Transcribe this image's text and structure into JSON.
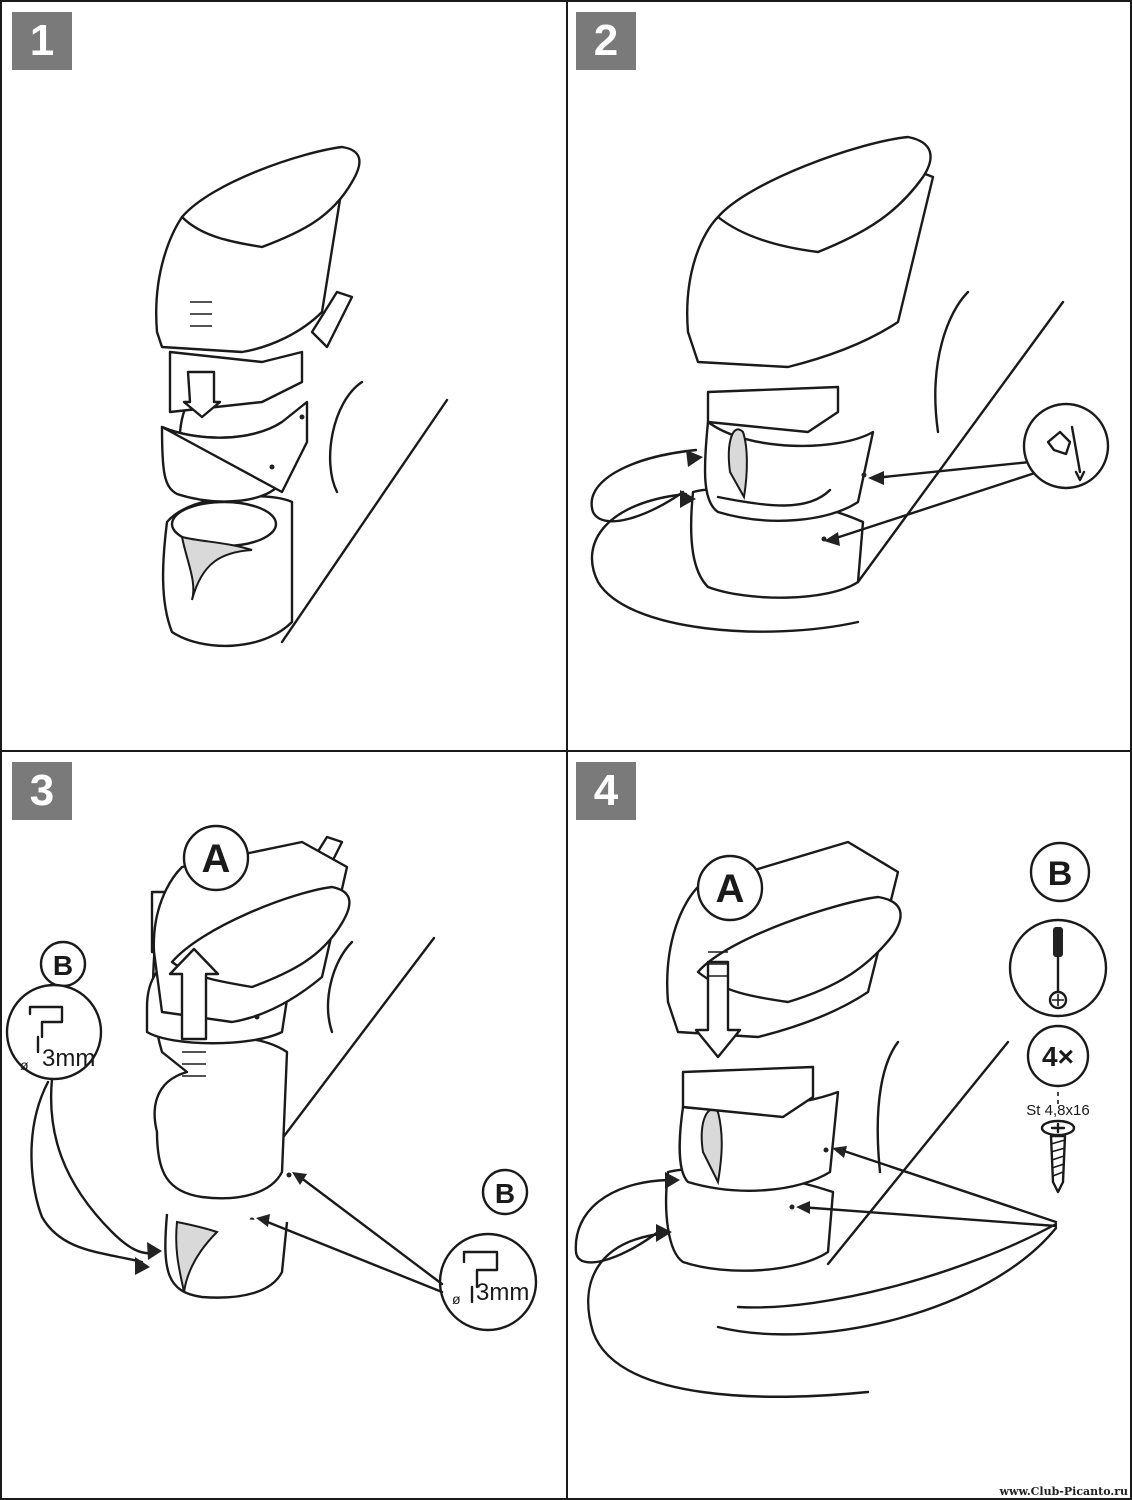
{
  "steps": [
    {
      "number": "1"
    },
    {
      "number": "2"
    },
    {
      "number": "3",
      "part_label": "A",
      "drill_callouts": [
        {
          "part": "B",
          "size": "3mm"
        },
        {
          "part": "B",
          "size": "3mm"
        }
      ]
    },
    {
      "number": "4",
      "part_label": "A",
      "screw_part": "B",
      "quantity": "4×",
      "screw_spec": "St 4,8x16"
    }
  ],
  "watermark": "www.Club-Picanto.ru"
}
